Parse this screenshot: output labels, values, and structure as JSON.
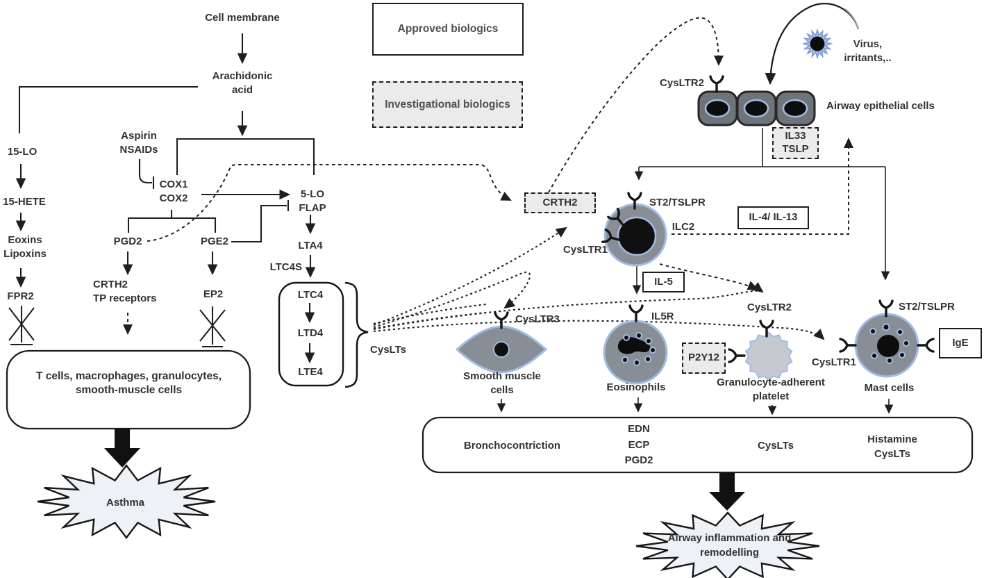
{
  "legend": {
    "approved": "Approved biologics",
    "investigational": "Investigational biologics"
  },
  "pathway": {
    "cell_membrane": "Cell membrane",
    "arachidonic_acid": "Arachidonic acid",
    "aspirin": "Aspirin",
    "nsaids": "NSAIDs",
    "lo15": "15-LO",
    "hete15": "15-HETE",
    "eoxins": "Eoxins",
    "lipoxins": "Lipoxins",
    "fpr2": "FPR2",
    "cox1": "COX1",
    "cox2": "COX2",
    "pgd2": "PGD2",
    "pge2": "PGE2",
    "crth2": "CRTH2",
    "tp_receptors": "TP receptors",
    "ep2": "EP2",
    "lo5": "5-LO",
    "flap": "FLAP",
    "lta4": "LTA4",
    "ltc4s": "LTC4S",
    "ltc4": "LTC4",
    "ltd4": "LTD4",
    "lte4": "LTE4",
    "cyslts": "CysLTs",
    "t_cells_box": "T cells, macrophages, granulocytes, smooth-muscle cells",
    "asthma": "Asthma"
  },
  "airway": {
    "virus": "Virus, irritants,..",
    "cysltr2_epithelium": "CysLTR2",
    "epithelial_cells": "Airway epithelial cells",
    "il33": "IL33",
    "tslp": "TSLP",
    "crth2": "CRTH2",
    "st2_tslpr_ilc2": "ST2/TSLPR",
    "ilc2": "ILC2",
    "cysltr1_ilc2": "CysLTR1",
    "il4_il13": "IL-4/ IL-13",
    "il5": "IL-5",
    "cysltr3": "CysLTR3",
    "smooth_muscle_cells": "Smooth muscle cells",
    "il5r": "IL5R",
    "eosinophils": "Eosinophils",
    "p2y12": "P2Y12",
    "cysltr2_platelet": "CysLTR2",
    "platelet": "Granulocyte-adherent platelet",
    "st2_tslpr_mast": "ST2/TSLPR",
    "ige": "IgE",
    "cysltr1_mast": "CysLTR1",
    "mast_cells": "Mast cells"
  },
  "outcomes": {
    "bronchocontriction": "Bronchocontriction",
    "edn": "EDN",
    "ecp": "ECP",
    "pgd2": "PGD2",
    "cyslts": "CysLTs",
    "histamine": "Histamine",
    "cyslts_mast": "CysLTs",
    "final": "Airway inflammation and remodelling"
  },
  "colors": {
    "cell_gray": "#878e96",
    "epithelium_gray": "#6f747a",
    "membrane_blue": "#a3bce4",
    "platelet_gray": "#c6cad0",
    "box_gray": "#ebebeb",
    "star_fill": "#eef1f6",
    "line": "#1f1f1f"
  }
}
